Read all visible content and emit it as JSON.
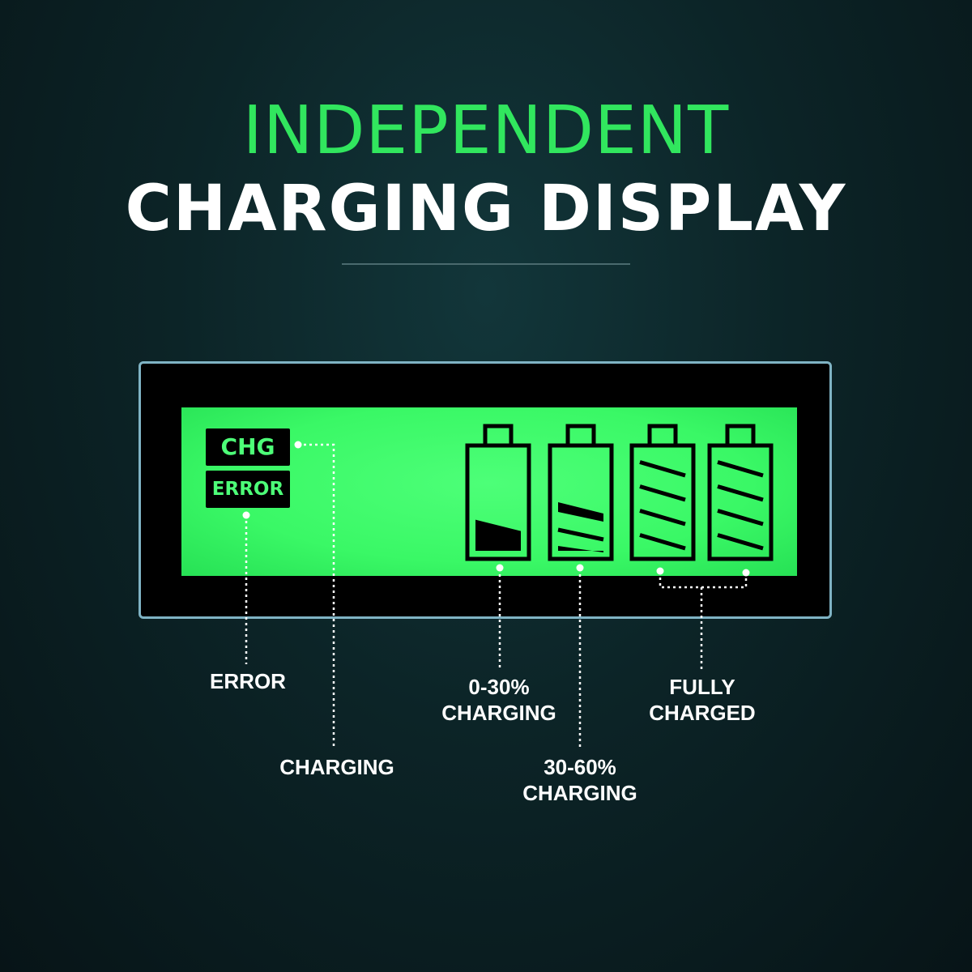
{
  "heading": {
    "line1": "INDEPENDENT",
    "line2": "CHARGING DISPLAY"
  },
  "display": {
    "indicators": {
      "chg": "CHG",
      "error": "ERROR"
    },
    "batteries": [
      {
        "level_percent": 15
      },
      {
        "level_percent": 45
      },
      {
        "level_percent": 100
      },
      {
        "level_percent": 100
      }
    ]
  },
  "callouts": {
    "error": "ERROR",
    "charging": "CHARGING",
    "low": {
      "line1": "0-30%",
      "line2": "CHARGING"
    },
    "mid": {
      "line1": "30-60%",
      "line2": "CHARGING"
    },
    "full": {
      "line1": "FULLY",
      "line2": "CHARGED"
    }
  },
  "colors": {
    "accent_green": "#31e65e",
    "lcd_green": "#3af866",
    "frame_border": "#7fb3c4"
  }
}
